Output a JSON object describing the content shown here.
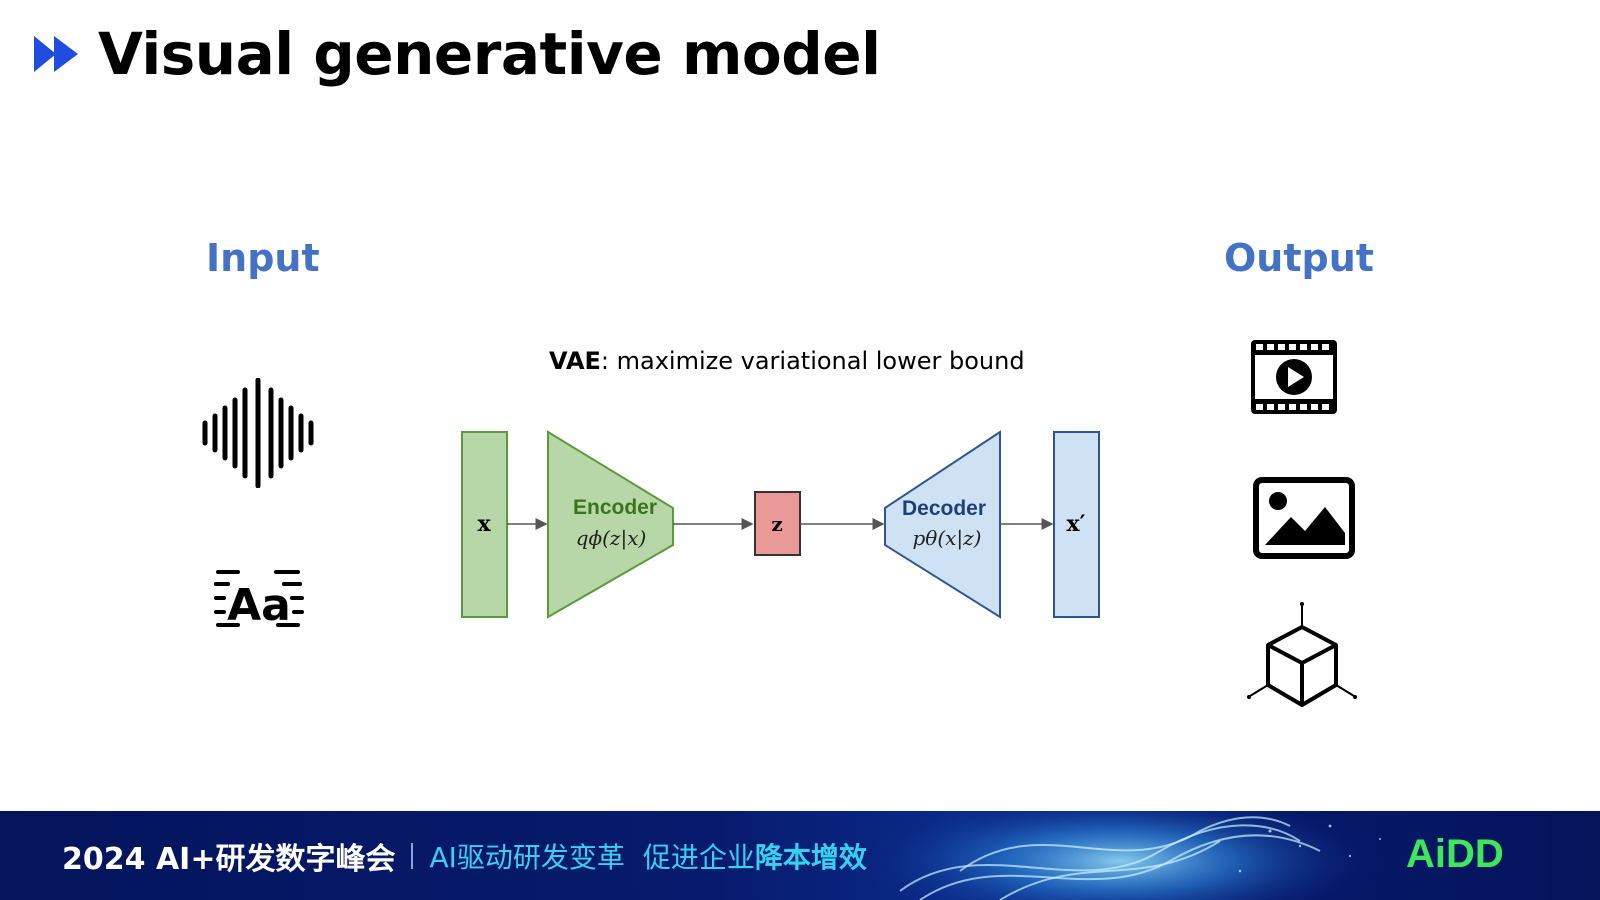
{
  "slide": {
    "title": "Visual generative model"
  },
  "input": {
    "heading": "Input",
    "icons": [
      "audio-waveform-icon",
      "text-icon"
    ]
  },
  "output": {
    "heading": "Output",
    "icons": [
      "video-film-icon",
      "image-icon",
      "3d-cube-icon"
    ]
  },
  "text_icon_label": "Aa",
  "vae": {
    "caption_bold": "VAE",
    "caption_rest": ": maximize variational lower bound",
    "input_label": "x",
    "encoder_label": "Encoder",
    "encoder_formula": "qϕ(z|x)",
    "latent_label": "z",
    "decoder_label": "Decoder",
    "decoder_formula": "pθ(x|z)",
    "output_label": "x′"
  },
  "footer": {
    "event": "2024 AI+研发数字峰会",
    "slogan_part1": "AI驱动研发变革",
    "slogan_part2": "促进企业",
    "slogan_part3": "降本增效",
    "logo": "AiDD"
  },
  "colors": {
    "accent_blue": "#4472c4",
    "encoder_fill": "#b7d7a8",
    "encoder_stroke": "#5b9b3c",
    "encoder_text": "#38761d",
    "decoder_fill": "#cfe2f3",
    "decoder_stroke": "#2f5597",
    "decoder_text": "#1f3f7a",
    "latent_fill": "#ea9999",
    "footer_bg": "#06186a",
    "footer_accent": "#36d1f0",
    "logo_green": "#3ee65a"
  }
}
